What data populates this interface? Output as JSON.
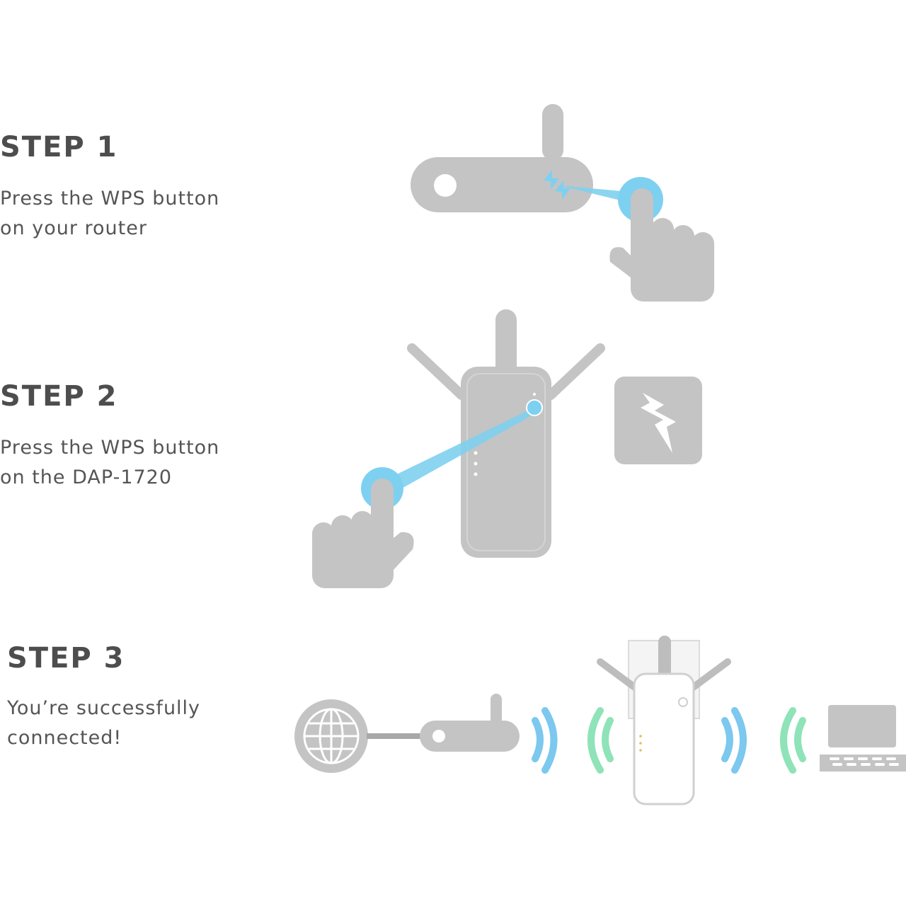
{
  "steps": [
    {
      "title": "STEP 1",
      "description_line1": "Press the WPS button",
      "description_line2": "on your router"
    },
    {
      "title": "STEP 2",
      "description_line1": "Press the WPS button",
      "description_line2": "on the DAP-1720"
    },
    {
      "title": "STEP 3",
      "description_line1": "You’re successfully",
      "description_line2": "connected!"
    }
  ],
  "icons": {
    "router": "router-icon",
    "pointing_hand": "pointing-hand-icon",
    "wps": "wps-icon",
    "extender": "range-extender-icon",
    "power": "power-bolt-icon",
    "globe": "globe-icon",
    "wifi": "wifi-signal-icon",
    "laptop": "laptop-icon"
  },
  "colors": {
    "device_gray": "#c4c4c4",
    "text": "#4d4d4d",
    "wps_blue": "#7ed0f0",
    "signal_blue": "#7cc8ef",
    "signal_green": "#8ee3b8"
  }
}
